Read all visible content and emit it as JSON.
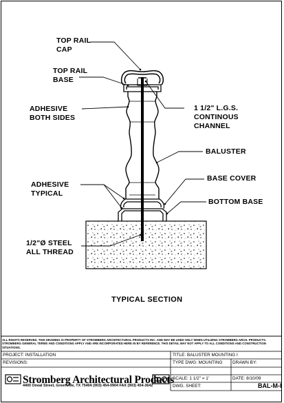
{
  "callouts": {
    "top_rail_cap": "TOP RAIL\nCAP",
    "top_rail_base": "TOP RAIL\nBASE",
    "adhesive_both_sides": "ADHESIVE\nBOTH SIDES",
    "lgs_channel": "1 1/2\" L.G.S.\nCONTINOUS\nCHANNEL",
    "baluster": "BALUSTER",
    "adhesive_typical": "ADHESIVE\nTYPICAL",
    "base_cover": "BASE COVER",
    "bottom_base": "BOTTOM BASE",
    "steel_thread": "1/2\"Ø STEEL\nALL THREAD"
  },
  "section_title": "TYPICAL SECTION",
  "legal_text": "ALL RIGHTS RESERVED. THIS DRAWING IS PROPERTY OF STROMBERG ARCHITECTURAL PRODUCTS INC. AND MAY BE USED ONLY WHEN UTILIZING STROMBERG ARCH. PRODUCTS. STROMBERG GENERAL TERMS AND CONDITIONS APPLY AND ARE INCORPORATED HERE IN BY REFERENCE. THIS DETAIL MAY NOT APPLY TO ALL CONDITIONS AND CONSTRUCTION SITUATIONS.",
  "title_block": {
    "project_label": "PROJECT:",
    "project_value": "INSTALLATION",
    "revisions_label": "REVISIONS:",
    "title_label": "TITLE:",
    "title_value": "BALUSTER MOUNTING I",
    "type_label": "TYPE DWG:",
    "type_value": "MOUNTING",
    "drawn_by_label": "DRAWN BY:",
    "scale_label": "SCALE:",
    "scale_value": "1 1/2\" = 1'",
    "date_label": "DATE:",
    "date_value": "8/10/09",
    "sheet_label": "DWG. SHEET:",
    "sheet_value": "BAL-M-I"
  },
  "brand": {
    "name": "Stromberg Architectural Products",
    "address": "4400 Oneal Street, Greenville, TX  75404   (903) 454-0904   FAX (903) 454-3642"
  }
}
